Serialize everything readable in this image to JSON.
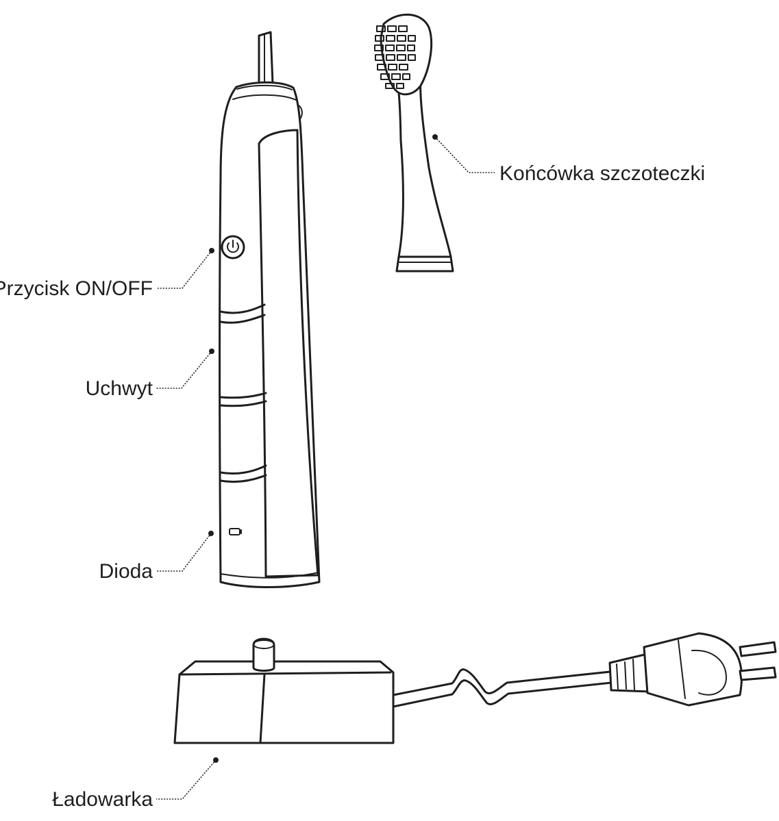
{
  "labels": {
    "brush_head": "Końcówka szczoteczki",
    "power_button": "Przycisk ON/OFF",
    "handle": "Uchwyt",
    "led": "Dioda",
    "charger": "Ładowarka"
  }
}
